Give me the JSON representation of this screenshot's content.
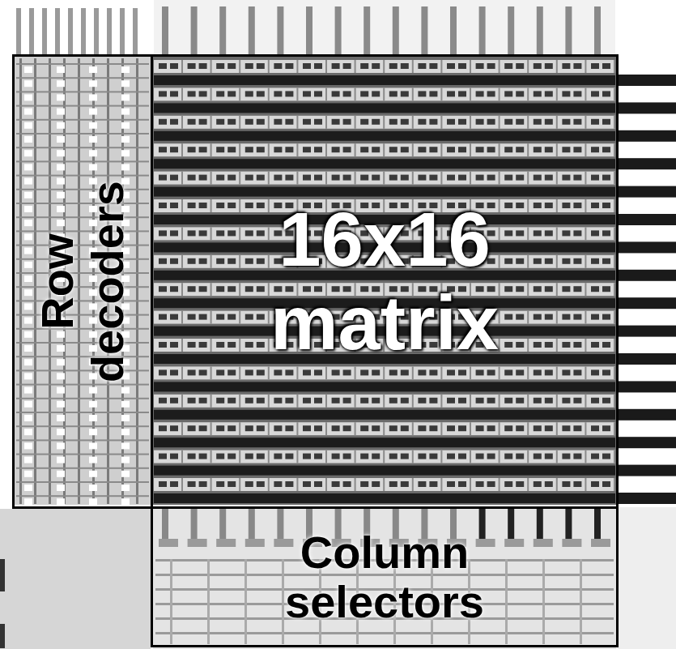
{
  "diagram": {
    "nodes": [
      {
        "text": [
          "Row decoders"
        ]
      },
      {
        "text": [
          "16x16 matrix"
        ]
      },
      {
        "text": [
          "Column selectors"
        ]
      }
    ]
  }
}
